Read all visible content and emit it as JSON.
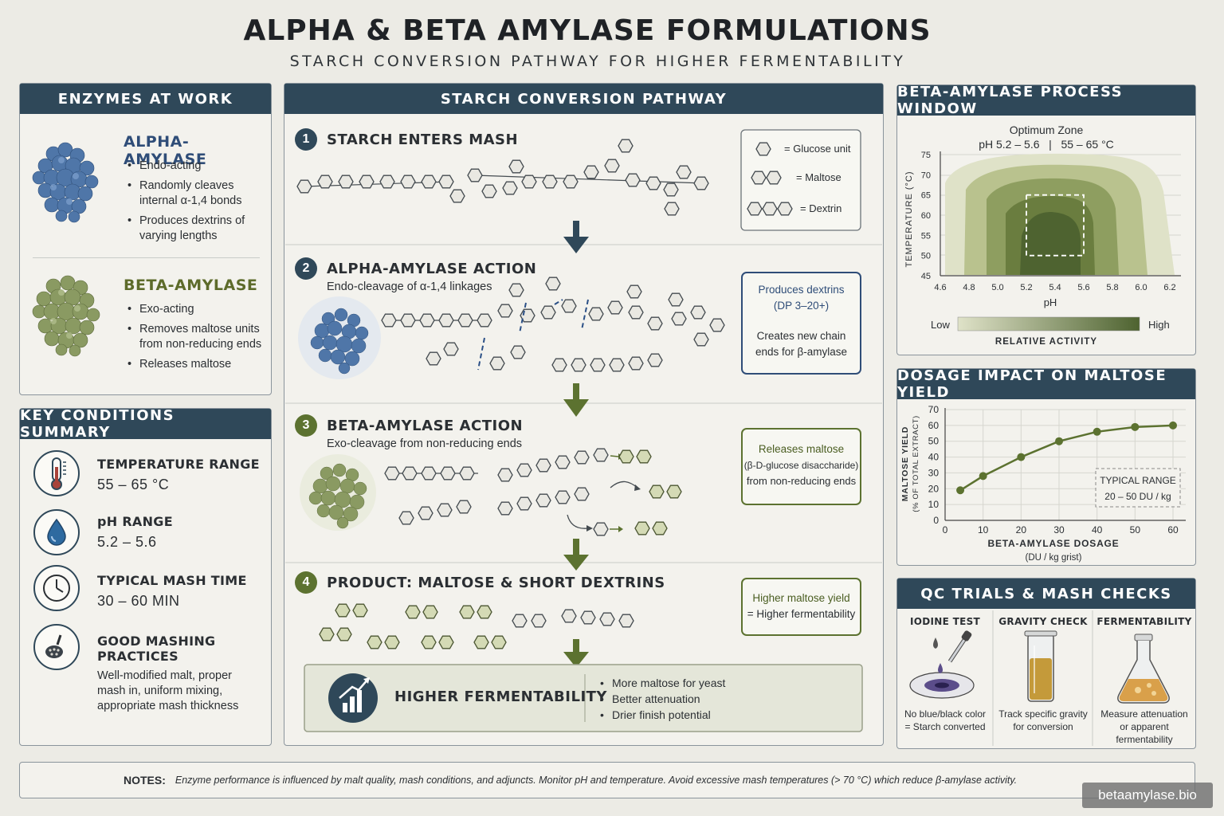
{
  "header": {
    "title": "ALPHA & BETA AMYLASE FORMULATIONS",
    "subtitle": "STARCH CONVERSION PATHWAY FOR HIGHER FERMENTABILITY"
  },
  "enzymes": {
    "heading": "ENZYMES AT WORK",
    "alpha": {
      "name": "ALPHA-AMYLASE",
      "bullets": [
        "Endo-acting",
        "Randomly cleaves internal α-1,4 bonds",
        "Produces dextrins of varying lengths"
      ]
    },
    "beta": {
      "name": "BETA-AMYLASE",
      "bullets": [
        "Exo-acting",
        "Removes maltose units from non-reducing ends",
        "Releases maltose"
      ]
    }
  },
  "conditions": {
    "heading": "KEY CONDITIONS SUMMARY",
    "items": [
      {
        "label": "TEMPERATURE RANGE",
        "value": "55 – 65 °C",
        "icon": "thermometer-icon"
      },
      {
        "label": "pH RANGE",
        "value": "5.2 – 5.6",
        "icon": "water-drop-icon"
      },
      {
        "label": "TYPICAL MASH TIME",
        "value": "30 – 60 MIN",
        "icon": "clock-icon"
      },
      {
        "label": "GOOD MASHING PRACTICES",
        "value": "Well-modified malt, proper mash in, uniform mixing, appropriate mash thickness",
        "icon": "mash-paddle-icon"
      }
    ]
  },
  "pathway": {
    "heading": "STARCH CONVERSION PATHWAY",
    "legend": [
      {
        "label": "= Glucose unit"
      },
      {
        "label": "= Maltose"
      },
      {
        "label": "= Dextrin"
      }
    ],
    "steps": [
      {
        "num": "1",
        "title": "STARCH ENTERS MASH",
        "sub": ""
      },
      {
        "num": "2",
        "title": "ALPHA-AMYLASE ACTION",
        "sub": "Endo-cleavage of α-1,4 linkages",
        "box1": "Produces dextrins",
        "box2": "(DP 3–20+)",
        "box3": "Creates new chain",
        "box4": "ends for β-amylase"
      },
      {
        "num": "3",
        "title": "BETA-AMYLASE ACTION",
        "sub": "Exo-cleavage from non-reducing ends",
        "box1": "Releases maltose",
        "box2": "(β-D-glucose disaccharide)",
        "box3": "from non-reducing ends"
      },
      {
        "num": "4",
        "title": "PRODUCT: MALTOSE & SHORT DEXTRINS",
        "sub": "",
        "box1": "Higher maltose yield",
        "box2": "= Higher fermentability"
      }
    ],
    "result": {
      "title": "HIGHER FERMENTABILITY",
      "bullets": [
        "More maltose for yeast",
        "Better attenuation",
        "Drier finish potential"
      ]
    }
  },
  "process_window": {
    "heading": "BETA-AMYLASE PROCESS WINDOW",
    "zone_title": "Optimum Zone",
    "zone_range": "pH 5.2 – 5.6   |   55 – 65 °C",
    "scale_low": "Low",
    "scale_high": "High",
    "scale_label": "RELATIVE ACTIVITY",
    "chart_data": {
      "type": "heatmap",
      "xlabel": "pH",
      "ylabel": "TEMPERATURE (°C)",
      "xlim": [
        4.6,
        6.2
      ],
      "ylim": [
        45,
        75
      ],
      "x_ticks": [
        "4.6",
        "4.8",
        "5.0",
        "5.2",
        "5.4",
        "5.6",
        "5.8",
        "6.0",
        "6.2"
      ],
      "y_ticks": [
        "75",
        "70",
        "65",
        "60",
        "55",
        "50",
        "45"
      ],
      "optimum_box": {
        "ph": [
          5.2,
          5.6
        ],
        "temp": [
          50,
          65
        ]
      },
      "colors": {
        "low": "#dfe2c8",
        "high": "#4e6330"
      }
    }
  },
  "dosage": {
    "heading": "DOSAGE IMPACT ON MALTOSE YIELD",
    "typical_label": "TYPICAL RANGE",
    "typical_value": "20 – 50 DU / kg",
    "chart_data": {
      "type": "line",
      "x": [
        4,
        10,
        20,
        30,
        40,
        50,
        60
      ],
      "y": [
        19,
        28,
        40,
        50,
        56,
        59,
        60
      ],
      "xlim": [
        0,
        60
      ],
      "ylim": [
        0,
        70
      ],
      "x_ticks": [
        "0",
        "10",
        "20",
        "30",
        "40",
        "50",
        "60"
      ],
      "y_ticks": [
        "0",
        "10",
        "20",
        "30",
        "40",
        "50",
        "60",
        "70"
      ],
      "xlabel": "BETA-AMYLASE DOSAGE",
      "xlabel_sub": "(DU / kg grist)",
      "ylabel": "MALTOSE YIELD",
      "ylabel_sub": "(% OF TOTAL EXTRACT)",
      "color": "#5c7230"
    }
  },
  "qc": {
    "heading": "QC TRIALS & MASH CHECKS",
    "cols": [
      {
        "title": "IODINE TEST",
        "line1": "No blue/black color",
        "line2": "= Starch converted",
        "line3": ""
      },
      {
        "title": "GRAVITY CHECK",
        "line1": "Track specific gravity",
        "line2": "for conversion",
        "line3": ""
      },
      {
        "title": "FERMENTABILITY",
        "line1": "Measure attenuation",
        "line2": "or apparent",
        "line3": "fermentability"
      }
    ]
  },
  "notes": {
    "label": "NOTES:",
    "text": "Enzyme performance is influenced by malt quality, mash conditions, and adjuncts. Monitor pH and temperature. Avoid excessive mash temperatures (> 70 °C) which reduce β-amylase activity."
  },
  "watermark": "betaamylase.bio"
}
